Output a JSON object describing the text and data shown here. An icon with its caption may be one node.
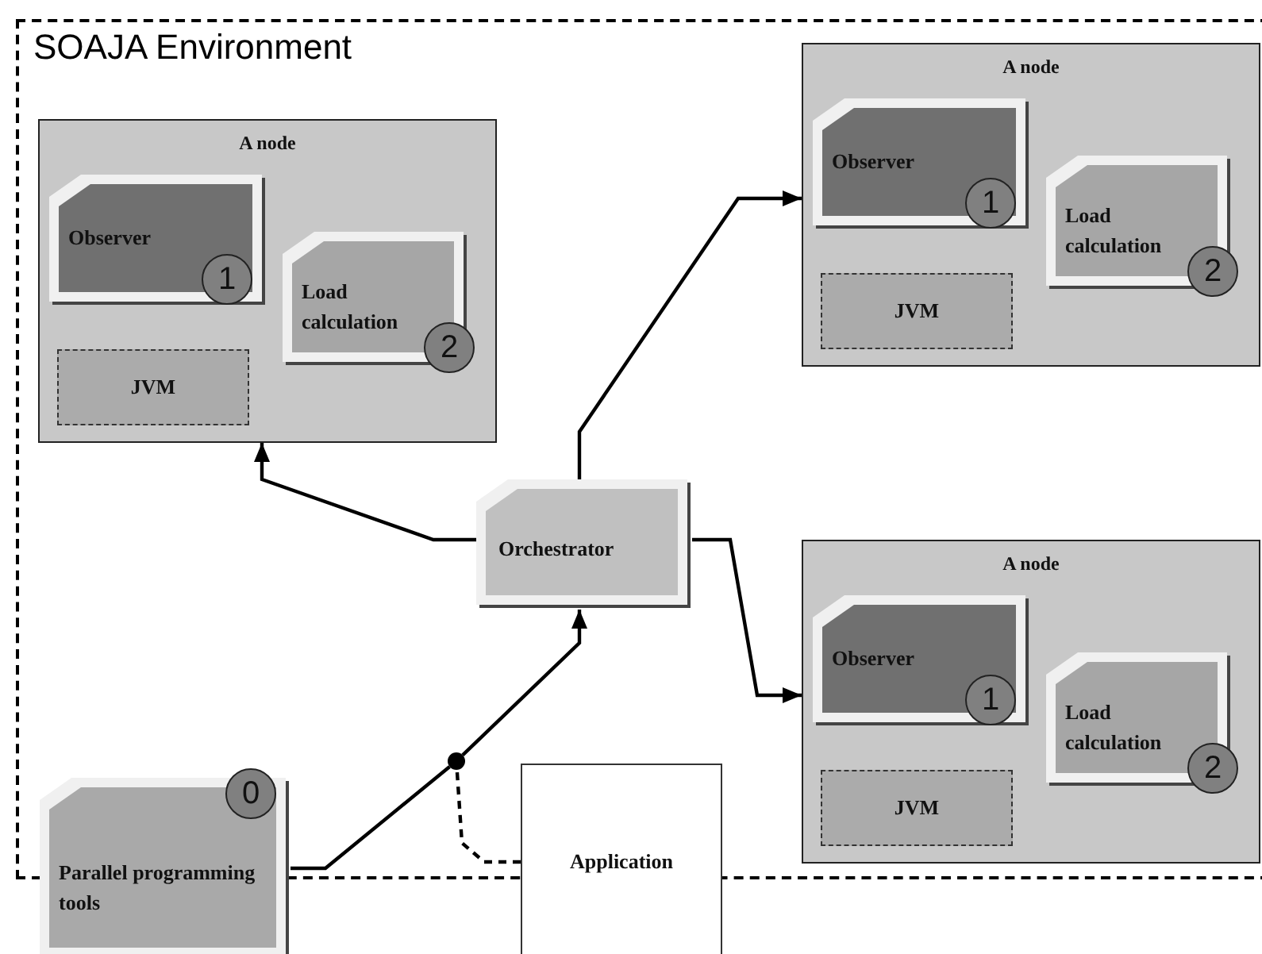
{
  "diagram": {
    "nodes": [
      {
        "text": [
          "SOAJA Environment"
        ]
      },
      {
        "text": [
          "A node"
        ],
        "in": 0
      },
      {
        "text": [
          "Observer",
          "1"
        ],
        "in": 1
      },
      {
        "text": [
          "Load calculation",
          "2"
        ],
        "in": 1
      },
      {
        "text": [
          "JVM"
        ],
        "in": 1
      },
      {
        "text": [
          "A node"
        ],
        "in": 0
      },
      {
        "text": [
          "Observer",
          "1"
        ],
        "in": 5
      },
      {
        "text": [
          "Load calculation",
          "2"
        ],
        "in": 5
      },
      {
        "text": [
          "JVM"
        ],
        "in": 5
      },
      {
        "text": [
          "Orchestrator"
        ],
        "in": 0
      },
      {
        "text": [
          "A node"
        ],
        "in": 0
      },
      {
        "text": [
          "Observer",
          "1"
        ],
        "in": 10
      },
      {
        "text": [
          "Load calculation",
          "2"
        ],
        "in": 10
      },
      {
        "text": [
          "JVM"
        ],
        "in": 10
      },
      {
        "text": [
          "0",
          "Parallel programming tools"
        ]
      },
      {
        "text": [
          "Application"
        ]
      },
      {
        "text": [],
        "shape": "circle",
        "in": 0
      }
    ],
    "edges": [
      {
        "from": 9,
        "to": 1,
        "arrow": "to"
      },
      {
        "from": 9,
        "to": 5,
        "arrow": "to"
      },
      {
        "from": 9,
        "to": 10,
        "arrow": "to"
      },
      {
        "from": 14,
        "to": 16,
        "arrow": "none"
      },
      {
        "from": 16,
        "to": 9,
        "arrow": "to"
      },
      {
        "from": 15,
        "to": 16,
        "arrow": "none",
        "style": "dashed"
      }
    ]
  }
}
